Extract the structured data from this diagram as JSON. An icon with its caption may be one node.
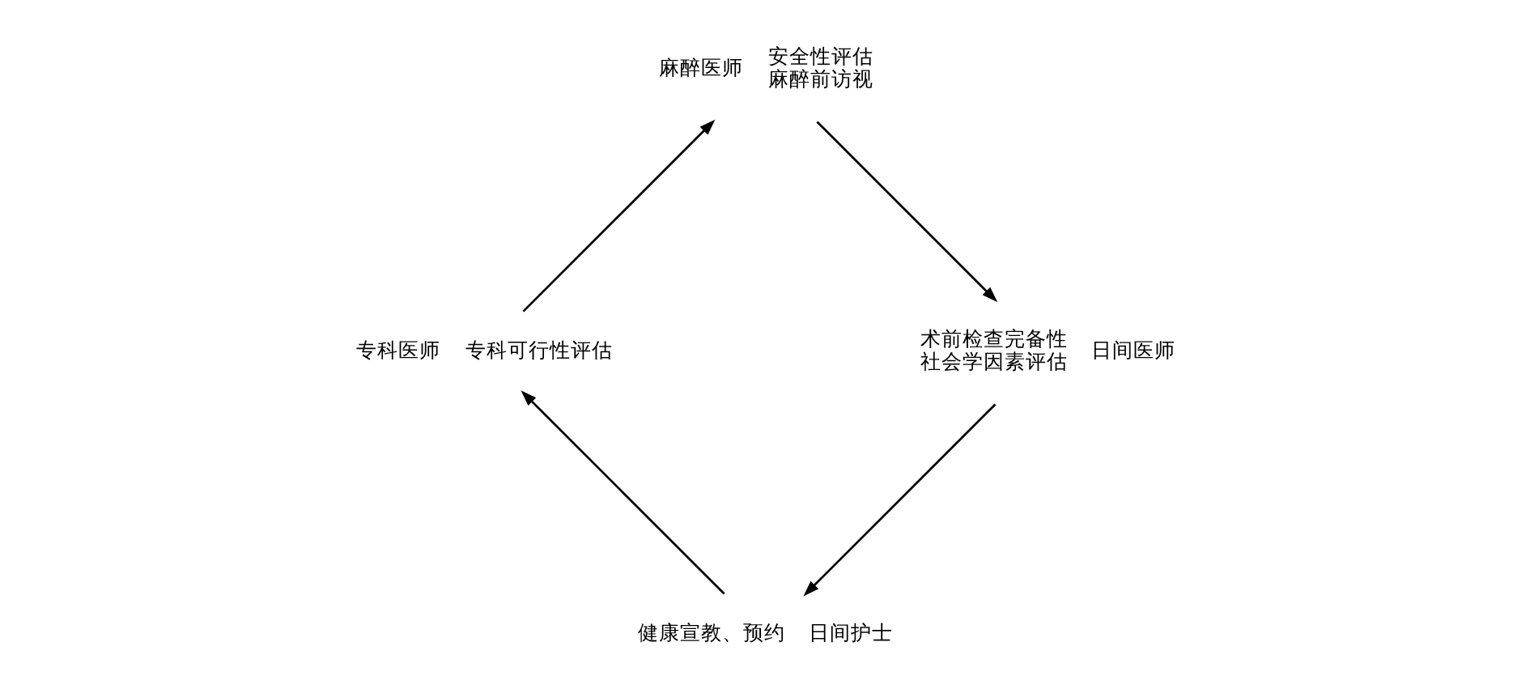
{
  "diagram": {
    "nodes": [
      {
        "text": [
          "日间护士"
        ],
        "beside": [
          "健康宣教、预约"
        ]
      },
      {
        "text": [
          "专科医师"
        ],
        "beside": [
          "专科可行性评估"
        ]
      },
      {
        "text": [
          "麻醉医师"
        ],
        "beside": [
          "安全性评估",
          "麻醉前访视"
        ]
      },
      {
        "text": [
          "日间医师"
        ],
        "beside": [
          "术前检查完备性",
          "社会学因素评估"
        ]
      }
    ],
    "edges": [
      {
        "from": 0,
        "to": 1,
        "arrow": "to"
      },
      {
        "from": 1,
        "to": 2,
        "arrow": "to"
      },
      {
        "from": 2,
        "to": 3,
        "arrow": "to"
      },
      {
        "from": 3,
        "to": 0,
        "arrow": "to"
      }
    ]
  }
}
